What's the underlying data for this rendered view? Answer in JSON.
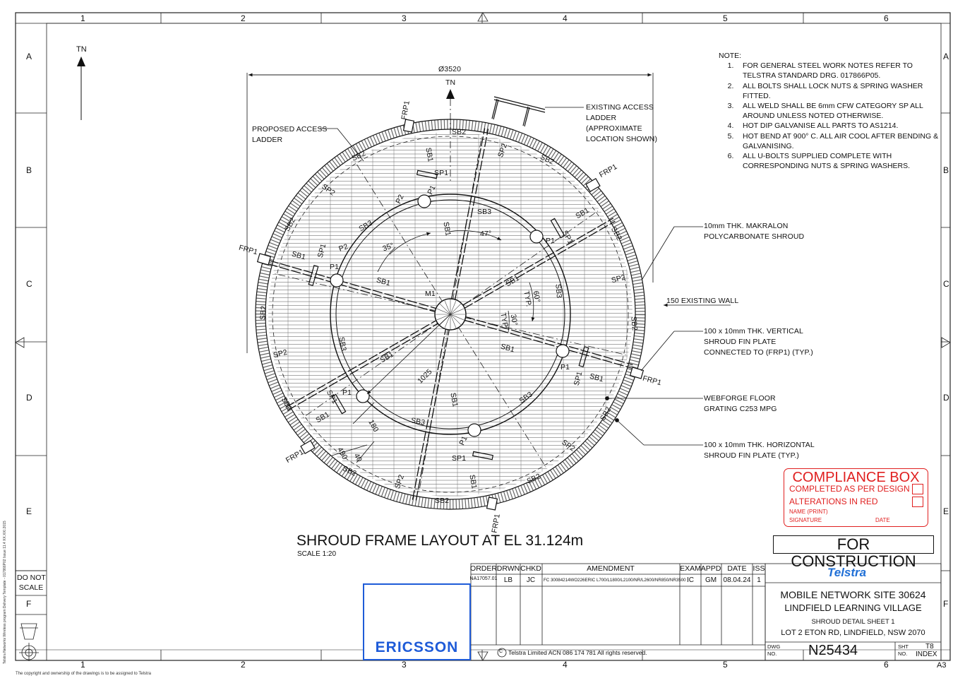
{
  "grid": {
    "columns": [
      "1",
      "2",
      "3",
      "4",
      "5",
      "6"
    ],
    "rows": [
      "A",
      "B",
      "C",
      "D",
      "E",
      "F"
    ]
  },
  "title": {
    "main": "SHROUD FRAME LAYOUT AT EL 31.124m",
    "scale": "SCALE 1:20"
  },
  "north": {
    "label": "TN"
  },
  "plan": {
    "north_label": "TN",
    "diameter_label": "Ø3520",
    "labels": {
      "frp1": "FRP1",
      "sb1": "SB1",
      "sb2": "SB2",
      "sb3": "SB3",
      "sp1": "SP1",
      "sp2": "SP2",
      "p1": "P1",
      "p2": "P2",
      "m1": "M1"
    },
    "angles": {
      "a35": "35°",
      "a47": "47°",
      "a60": "60°",
      "typ": "TYP.",
      "a30": "30°"
    },
    "dims": {
      "d1025": "1025",
      "d180": "180",
      "d490": "490",
      "d40": "40"
    }
  },
  "callouts": {
    "proposed_ladder": [
      "PROPOSED ACCESS",
      "LADDER"
    ],
    "existing_ladder": [
      "EXISTING ACCESS",
      "LADDER",
      "(APPROXIMATE",
      "LOCATION SHOWN)"
    ],
    "makralon": [
      "10mm THK. MAKRALON",
      "POLYCARBONATE SHROUD"
    ],
    "existing_wall": "150 EXISTING WALL",
    "vertical_fin": [
      "100 x 10mm THK. VERTICAL",
      "SHROUD FIN PLATE",
      "CONNECTED TO (FRP1) (TYP.)"
    ],
    "webforge": [
      "WEBFORGE FLOOR",
      "GRATING C253 MPG"
    ],
    "horizontal_fin": [
      "100 x 10mm THK. HORIZONTAL",
      "SHROUD FIN PLATE  (TYP.)"
    ]
  },
  "notes": {
    "heading": "NOTE:",
    "items": [
      {
        "num": "1.",
        "text": "FOR GENERAL STEEL WORK NOTES REFER TO TELSTRA STANDARD DRG. 017866P05."
      },
      {
        "num": "2.",
        "text": "ALL BOLTS SHALL LOCK NUTS & SPRING WASHER FITTED."
      },
      {
        "num": "3.",
        "text": "ALL WELD SHALL BE 6mm CFW CATEGORY SP ALL AROUND UNLESS NOTED OTHERWISE."
      },
      {
        "num": "4.",
        "text": "HOT DIP GALVANISE ALL PARTS TO AS1214."
      },
      {
        "num": "5.",
        "text": "HOT BEND AT 900° C. ALL AIR COOL AFTER BENDING & GALVANISING."
      },
      {
        "num": "6.",
        "text": "ALL U-BOLTS SUPPLIED COMPLETE WITH CORRESPONDING NUTS & SPRING WASHERS."
      }
    ]
  },
  "compliance": {
    "title": "COMPLIANCE BOX",
    "row1": "COMPLETED AS PER DESIGN",
    "row2": "ALTERATIONS IN RED",
    "name": "NAME (PRINT)",
    "signature": "SIGNATURE",
    "date": "DATE",
    "color": "#e02020"
  },
  "status": "FOR CONSTRUCTION",
  "amendment_table": {
    "headers": [
      "ORDER",
      "DRWN",
      "CHKD",
      "AMENDMENT",
      "EXAM",
      "APPD",
      "DATE",
      "ISS"
    ],
    "row": [
      "NA17057.01",
      "LB",
      "JC",
      "FC 30084214WO226ERIC L700/L1800/L2100/NR/L2600/NR850/NR3500",
      "IC",
      "GM",
      "08.04.24",
      "1"
    ]
  },
  "copyright_line": "Telstra Limited   ACN 086 174 781   All rights reserved.",
  "copyright_symbol": "C",
  "brand": {
    "ericsson": "ERICSSON",
    "ericsson_color": "#1e5bd8",
    "telstra": "Telstra",
    "telstra_color": "#1f6fd6"
  },
  "title_block": {
    "line1": "MOBILE NETWORK SITE 30624",
    "line2": "LINDFIELD LEARNING VILLAGE",
    "line3": "SHROUD DETAIL SHEET 1",
    "line4": "LOT 2 ETON RD, LINDFIELD, NSW 2070",
    "dwg_label1": "DWG",
    "dwg_label2": "NO.",
    "dwg_no": "N25434",
    "sht_label1": "SHT",
    "sht_label2": "NO.",
    "sht_no": "T8",
    "index": "INDEX",
    "size": "A3"
  },
  "left_panel": {
    "do_not": "DO NOT",
    "scale": "SCALE"
  },
  "side_text": "Telstra Networks Wireless program Delivery Template - 017866P02 Issue 11.4  XX.XX/.2015",
  "footer_text": "The copyright and ownership of the drawings is to be assigned to Telstra"
}
